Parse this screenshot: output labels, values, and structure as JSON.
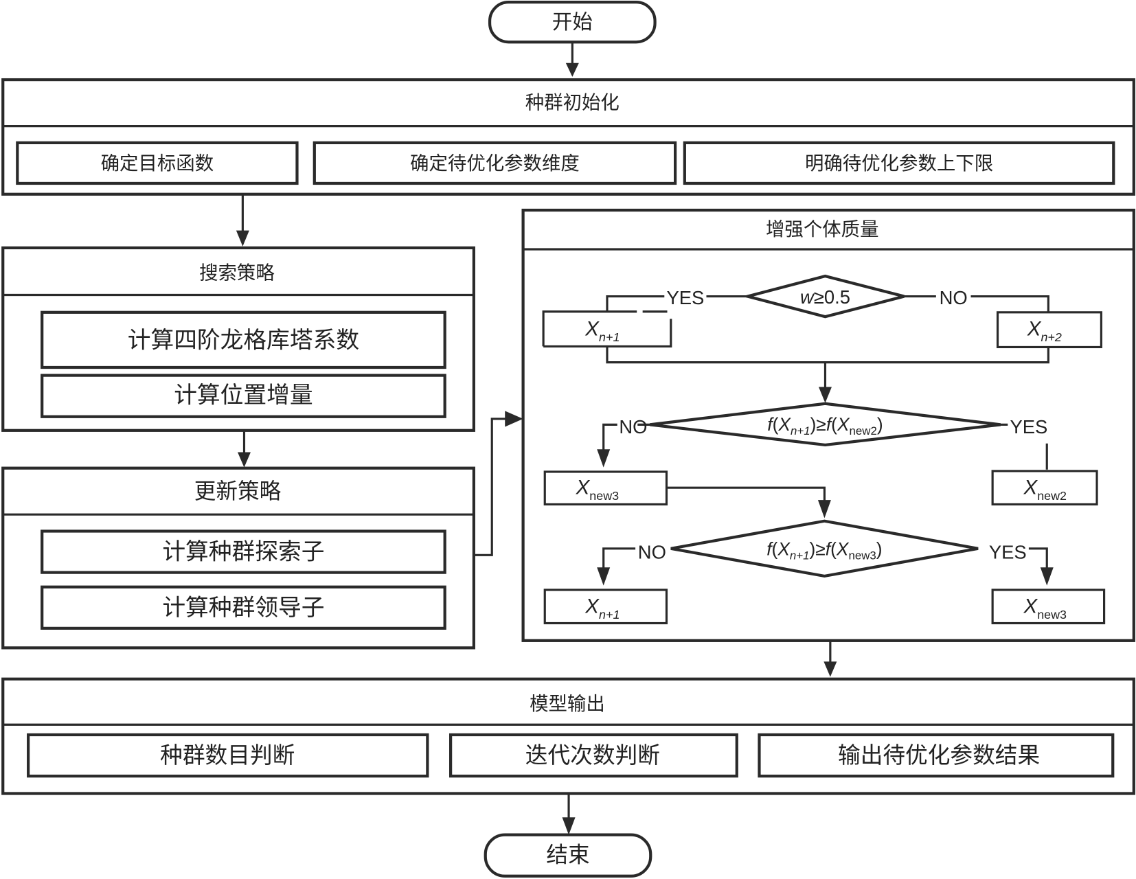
{
  "diagram": {
    "start": "开始",
    "end": "结束",
    "init": {
      "title": "种群初始化",
      "items": [
        "确定目标函数",
        "确定待优化参数维度",
        "明确待优化参数上下限"
      ]
    },
    "search": {
      "title": "搜索策略",
      "items": [
        "计算四阶龙格库塔系数",
        "计算位置增量"
      ]
    },
    "update": {
      "title": "更新策略",
      "items": [
        "计算种群探索子",
        "计算种群领导子"
      ]
    },
    "enhance": {
      "title": "增强个体质量",
      "decision1": {
        "var": "w",
        "op": "≥",
        "value": "0.5",
        "yes": "YES",
        "no": "NO"
      },
      "d1_yes_box": {
        "base": "X",
        "sub": "n+1"
      },
      "d1_no_box": {
        "base": "X",
        "sub": "n+2"
      },
      "decision2": {
        "lhs_sub": "n+1",
        "rhs_sub": "new2",
        "op": "≥",
        "yes": "YES",
        "no": "NO"
      },
      "d2_no_box": {
        "base": "X",
        "sub": "new3"
      },
      "d2_yes_box": {
        "base": "X",
        "sub": "new2"
      },
      "decision3": {
        "lhs_sub": "n+1",
        "rhs_sub": "new3",
        "op": "≥",
        "yes": "YES",
        "no": "NO"
      },
      "d3_no_box": {
        "base": "X",
        "sub": "n+1"
      },
      "d3_yes_box": {
        "base": "X",
        "sub": "new3"
      }
    },
    "output": {
      "title": "模型输出",
      "items": [
        "种群数目判断",
        "迭代次数判断",
        "输出待优化参数结果"
      ]
    }
  }
}
